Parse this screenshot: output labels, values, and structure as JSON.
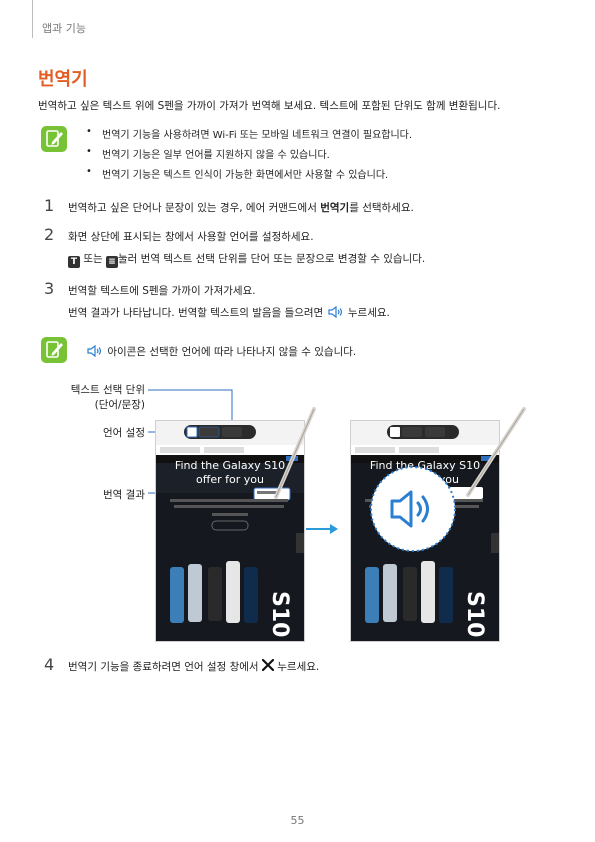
{
  "header": {
    "section": "앱과 기능"
  },
  "title": "번역기",
  "intro": "번역하고 싶은 텍스트 위에 S펜을 가까이 가져가 번역해 보세요. 텍스트에 포함된 단위도 함께 변환됩니다.",
  "notes": [
    "번역기 기능을 사용하려면 Wi-Fi 또는 모바일 네트워크 연결이 필요합니다.",
    "번역기 기능은 일부 언어를 지원하지 않을 수 있습니다.",
    "번역기 기능은 텍스트 인식이 가능한 화면에서만 사용할 수 있습니다."
  ],
  "steps": {
    "s1": {
      "num": "1",
      "before": "번역하고 싶은 단어나 문장이 있는 경우, 에어 커맨드에서 ",
      "bold": "번역기",
      "after": "를 선택하세요."
    },
    "s2": {
      "num": "2",
      "text": "화면 상단에 표시되는 창에서 사용할 언어를 설정하세요.",
      "sub_mid": "또는",
      "sub_after": "눌러 번역 텍스트 선택 단위를 단어 또는 문장으로 변경할 수 있습니다."
    },
    "s3": {
      "num": "3",
      "text": "번역할 텍스트에 S펜을 가까이 가져가세요.",
      "sub_before": "번역 결과가 나타납니다. 번역할 텍스트의 발음을 들으려면",
      "sub_after": "누르세요."
    },
    "s4": {
      "num": "4",
      "before": "번역기 기능을 종료하려면 언어 설정 창에서",
      "after": "누르세요."
    }
  },
  "note2": "아이콘은 선택한 언어에 따라 나타나지 않을 수 있습니다.",
  "callouts": {
    "unit_line1": "텍스트 선택 단위",
    "unit_line2": "(단어/문장)",
    "language": "언어 설정",
    "result": "번역 결과"
  },
  "screens": {
    "left": {
      "headline1": "Find the Galaxy S10",
      "headline2": "offer for you",
      "model": "S10"
    },
    "right": {
      "headline1": "Find the Galaxy S10",
      "headline2": "offer for you",
      "model": "S10"
    }
  },
  "icons": {
    "note": "pen-note-icon",
    "sound": "speaker-icon",
    "close": "close-x-icon",
    "word_mode": "text-t-icon",
    "sentence_mode": "sentence-icon",
    "arrow": "arrow-right-icon"
  },
  "colors": {
    "title": "#e25d24",
    "note_icon": "#78c236",
    "callout_line": "#2f6fc0",
    "arrow": "#2a9bd8"
  },
  "page_number": "55"
}
